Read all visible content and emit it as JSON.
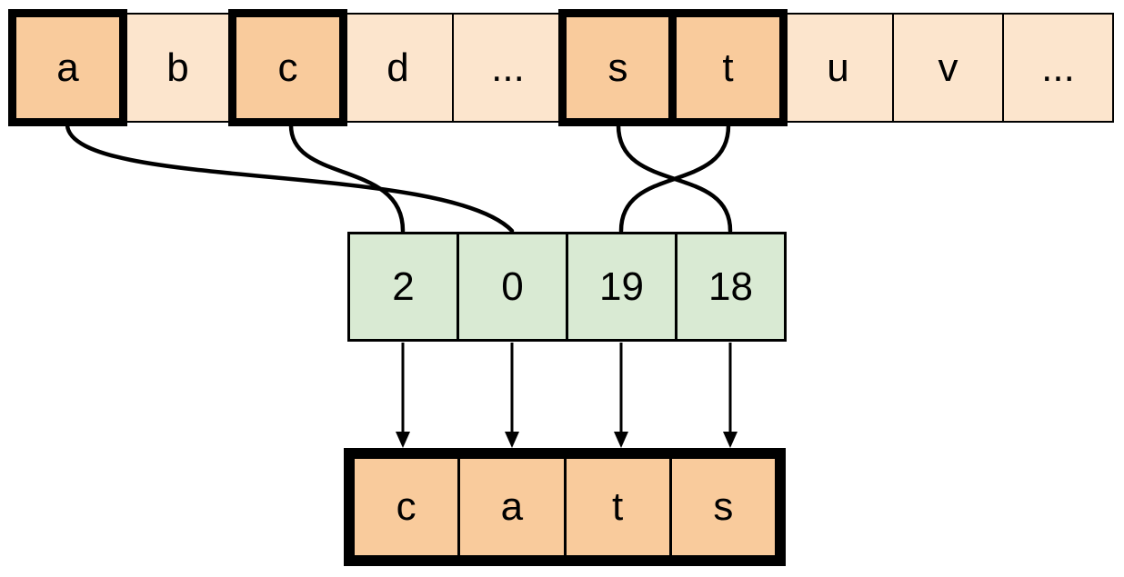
{
  "diagram": {
    "description_visible_word": "cats",
    "colors": {
      "highlight_fill": "#f9cb9c",
      "vocab_fill": "#fce5cd",
      "index_fill": "#d9ead3",
      "stroke": "#000000",
      "background": "#ffffff"
    }
  },
  "vocab_row": {
    "cells": [
      {
        "label": "a",
        "highlighted": true
      },
      {
        "label": "b",
        "highlighted": false
      },
      {
        "label": "c",
        "highlighted": true
      },
      {
        "label": "d",
        "highlighted": false
      },
      {
        "label": "...",
        "highlighted": false
      },
      {
        "label": "s",
        "highlighted": true
      },
      {
        "label": "t",
        "highlighted": true
      },
      {
        "label": "u",
        "highlighted": false
      },
      {
        "label": "v",
        "highlighted": false
      },
      {
        "label": "...",
        "highlighted": false
      }
    ]
  },
  "index_row": {
    "cells": [
      {
        "value": "2"
      },
      {
        "value": "0"
      },
      {
        "value": "19"
      },
      {
        "value": "18"
      }
    ]
  },
  "output_row": {
    "cells": [
      {
        "label": "c"
      },
      {
        "label": "a"
      },
      {
        "label": "t"
      },
      {
        "label": "s"
      }
    ]
  },
  "connections": [
    {
      "from_char": "a",
      "to_index_value": "0"
    },
    {
      "from_char": "c",
      "to_index_value": "2"
    },
    {
      "from_char": "s",
      "to_index_value": "18"
    },
    {
      "from_char": "t",
      "to_index_value": "19"
    }
  ]
}
